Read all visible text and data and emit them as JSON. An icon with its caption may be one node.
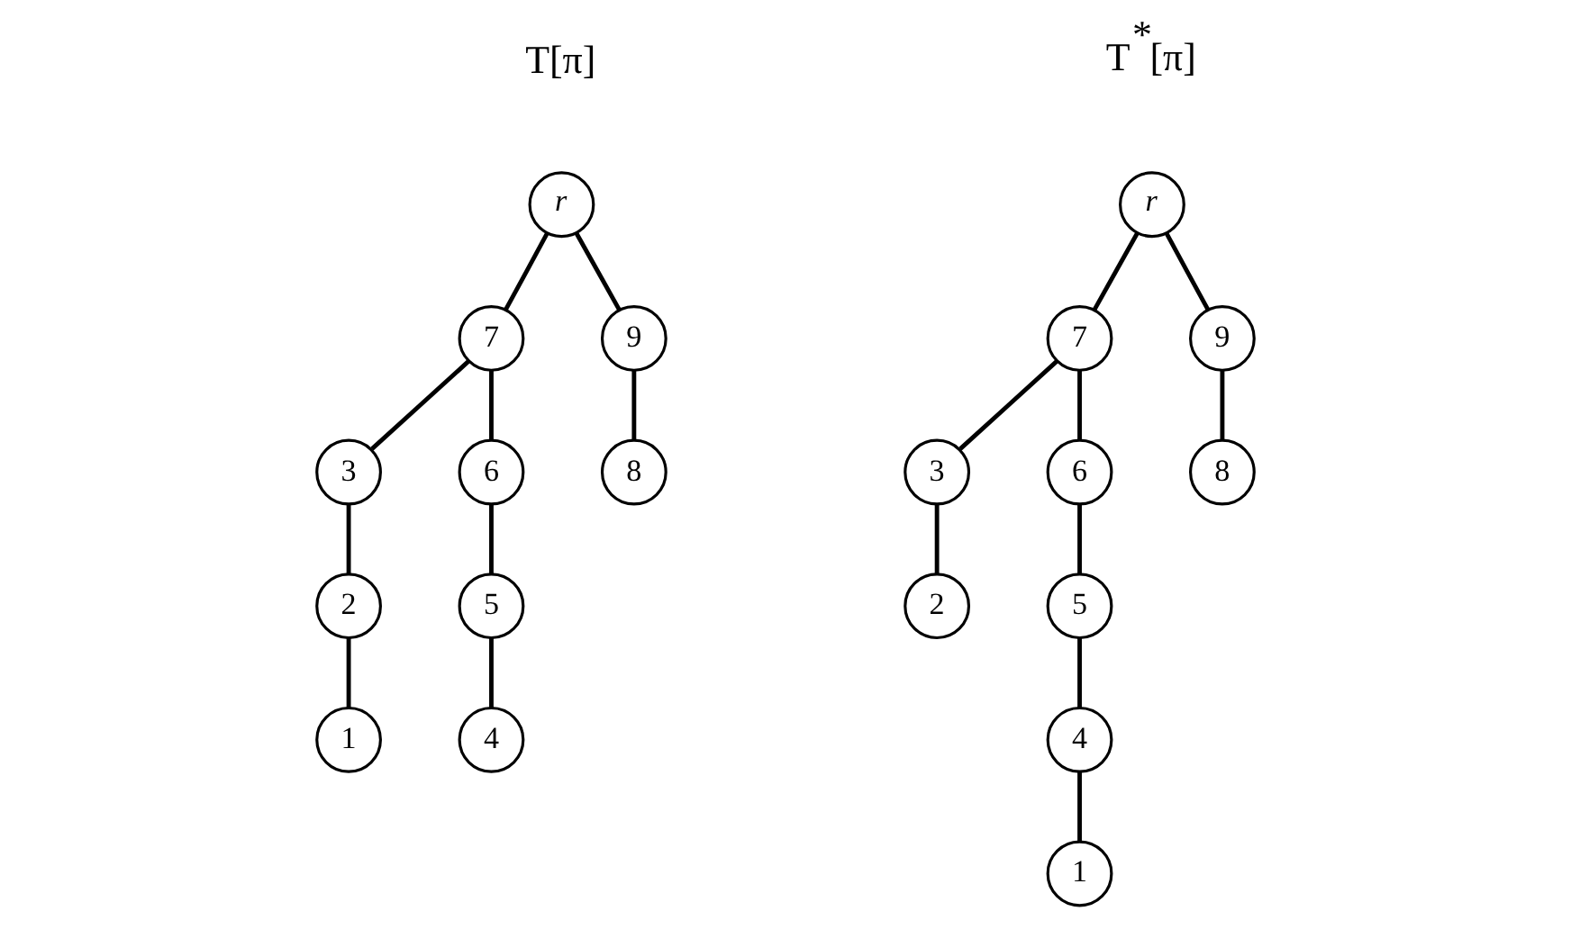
{
  "diagram": {
    "nodes": [
      {
        "text": [
          "r"
        ]
      },
      {
        "text": [
          "7"
        ]
      },
      {
        "text": [
          "9"
        ]
      },
      {
        "text": [
          "3"
        ]
      },
      {
        "text": [
          "6"
        ]
      },
      {
        "text": [
          "8"
        ]
      },
      {
        "text": [
          "2"
        ]
      },
      {
        "text": [
          "5"
        ]
      },
      {
        "text": [
          "1"
        ]
      },
      {
        "text": [
          "4"
        ]
      },
      {
        "text": [
          "r"
        ]
      },
      {
        "text": [
          "7"
        ]
      },
      {
        "text": [
          "9"
        ]
      },
      {
        "text": [
          "3"
        ]
      },
      {
        "text": [
          "6"
        ]
      },
      {
        "text": [
          "8"
        ]
      },
      {
        "text": [
          "2"
        ]
      },
      {
        "text": [
          "5"
        ]
      },
      {
        "text": [
          "4"
        ]
      },
      {
        "text": [
          "1"
        ]
      }
    ],
    "edges": [
      {
        "from": 0,
        "to": 1,
        "arrow": "none"
      },
      {
        "from": 0,
        "to": 2,
        "arrow": "none"
      },
      {
        "from": 1,
        "to": 3,
        "arrow": "none"
      },
      {
        "from": 1,
        "to": 4,
        "arrow": "none"
      },
      {
        "from": 2,
        "to": 5,
        "arrow": "none"
      },
      {
        "from": 3,
        "to": 6,
        "arrow": "none"
      },
      {
        "from": 4,
        "to": 7,
        "arrow": "none"
      },
      {
        "from": 6,
        "to": 8,
        "arrow": "none"
      },
      {
        "from": 7,
        "to": 9,
        "arrow": "none"
      },
      {
        "from": 10,
        "to": 11,
        "arrow": "none"
      },
      {
        "from": 10,
        "to": 12,
        "arrow": "none"
      },
      {
        "from": 11,
        "to": 13,
        "arrow": "none"
      },
      {
        "from": 11,
        "to": 14,
        "arrow": "none"
      },
      {
        "from": 12,
        "to": 15,
        "arrow": "none"
      },
      {
        "from": 13,
        "to": 16,
        "arrow": "none"
      },
      {
        "from": 14,
        "to": 17,
        "arrow": "none"
      },
      {
        "from": 17,
        "to": 18,
        "arrow": "none"
      },
      {
        "from": 18,
        "to": 19,
        "arrow": "none"
      }
    ],
    "labels": [
      "T[π]",
      "T$^{*}$[π]"
    ]
  }
}
